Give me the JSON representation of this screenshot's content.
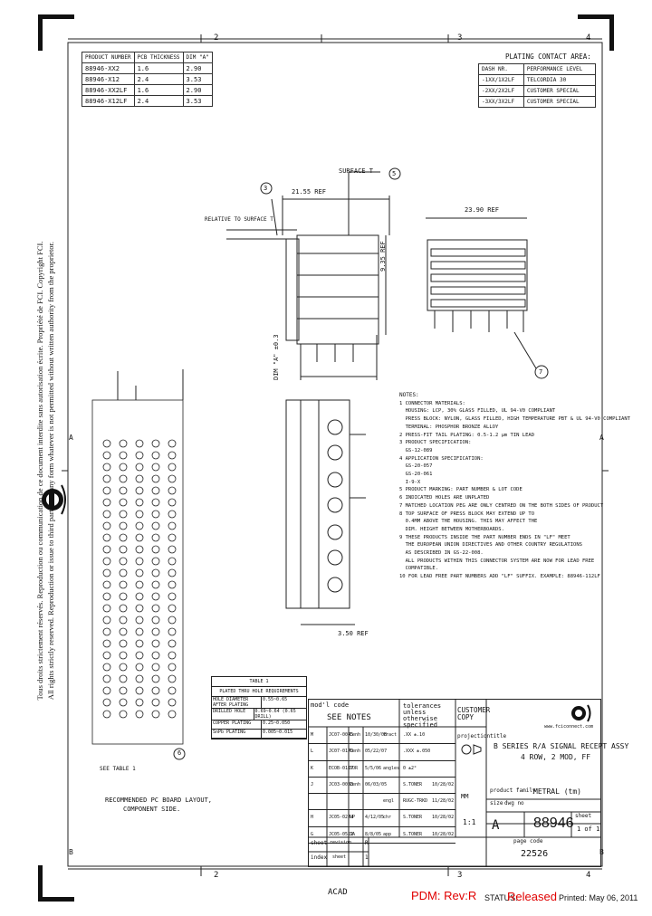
{
  "zones": {
    "top": [
      "2",
      "3",
      "4"
    ],
    "bottom": [
      "2",
      "3",
      "4"
    ],
    "left": [
      "A",
      "B"
    ],
    "right": [
      "A",
      "B"
    ]
  },
  "side_notice": {
    "line1": "Tous droits strictement réservés. Reproduction ou communication de ce document interdite sans autorisation écrite. Propriété de FCI. Copyright FCI.",
    "line2": "All rights strictly reserved. Reproduction or issue to third parties in any form whatever is not permitted without written authority from the proprietor."
  },
  "product_table": {
    "headers": [
      "PRODUCT NUMBER",
      "PCB THICKNESS",
      "DIM \"A\""
    ],
    "rows": [
      [
        "88946-XX2",
        "1.6",
        "2.90"
      ],
      [
        "88946-X12",
        "2.4",
        "3.53"
      ],
      [
        "88946-XX2LF",
        "1.6",
        "2.90"
      ],
      [
        "88946-X12LF",
        "2.4",
        "3.53"
      ]
    ]
  },
  "plating_table": {
    "title": "PLATING CONTACT AREA:",
    "headers": [
      "DASH NR.",
      "PERFORMANCE LEVEL"
    ],
    "rows": [
      [
        "-1XX/1X2LF",
        "TELCORDIA 30"
      ],
      [
        "-2XX/2X2LF",
        "CUSTOMER SPECIAL"
      ],
      [
        "-3XX/3X2LF",
        "CUSTOMER SPECIAL"
      ]
    ]
  },
  "dims": {
    "d1": "21.55 REF",
    "d2": "23.90 REF",
    "d3": "9.35 REF",
    "d4": "3.50 REF",
    "dim_a": "DIM \"A\" ±0.3",
    "surface": "SURFACE T",
    "relative": "RELATIVE TO SURFACE T",
    "see_table": "SEE TABLE 1",
    "rec": "RECOMMENDED PC BOARD LAYOUT,",
    "rec2": "COMPONENT SIDE."
  },
  "callouts": [
    "3",
    "5",
    "7",
    "6"
  ],
  "notes": {
    "title": "NOTES:",
    "items": [
      "1 CONNECTOR MATERIALS:",
      "  HOUSING: LCP, 30% GLASS FILLED, UL 94-V0 COMPLIANT",
      "  PRESS BLOCK: NYLON, GLASS FILLED, HIGH TEMPERATURE PBT & UL 94-V0 COMPLIANT",
      "  TERMINAL: PHOSPHOR BRONZE ALLOY",
      "2 PRESS-FIT TAIL PLATING: 0.5-1.2 µm TIN LEAD",
      "3 PRODUCT SPECIFICATION:",
      "  GS-12-089",
      "4 APPLICATION SPECIFICATION:",
      "  GS-20-057",
      "  GS-20-061",
      "  I-9-X",
      "5 PRODUCT MARKING: PART NUMBER & LOT CODE",
      "6 INDICATED HOLES ARE UNPLATED",
      "7 MATCHED LOCATION PEG ARE ONLY CENTRED ON THE BOTH SIDES OF PRODUCT",
      "8 TOP SURFACE OF PRESS BLOCK MAY EXTEND UP TO",
      "  0.4MM ABOVE THE HOUSING. THIS MAY AFFECT THE",
      "  DIM. HEIGHT BETWEEN MOTHERBOARDS.",
      "9 THESE PRODUCTS INSIDE THE PART NUMBER ENDS IN \"LF\" MEET",
      "  THE EUROPEAN UNION DIRECTIVES AND OTHER COUNTRY REGULATIONS",
      "  AS DESCRIBED IN GS-22-008.",
      "  ALL PRODUCTS WITHIN THIS CONNECTOR SYSTEM ARE NOW FOR LEAD FREE",
      "  COMPATIBLE.",
      "10 FOR LEAD FREE PART NUMBERS ADD \"LF\" SUFFIX. EXAMPLE: 88946-112LF"
    ]
  },
  "table1": {
    "title": "TABLE 1",
    "subtitle": "PLATED THRU HOLE REQUIREMENTS",
    "rows": [
      [
        "HOLE DIAMETER AFTER PLATING",
        "0.55~0.65"
      ],
      [
        "DRILLED HOLE",
        "0.69~0.64 (0.65 DRILL)"
      ],
      [
        "COPPER PLATING",
        "0.25~0.050"
      ],
      [
        "SnPb PLATING",
        "0.005~0.015"
      ]
    ]
  },
  "title_block": {
    "mod_code": "mod'l code",
    "see_notes": "SEE NOTES",
    "tolerances": "tolerances unless otherwise specified",
    "customer_copy": "CUSTOMER COPY",
    "title_label": "title",
    "title_line1": "B SERIES R/A SIGNAL RECEPT ASSY",
    "title_line2": "4 ROW, 2 MOD, FF",
    "product_family_label": "product family",
    "product_family": "METRAL (tm)",
    "size_label": "size",
    "dwg_no_label": "dwg no",
    "size": "A",
    "dwg_no": "88946",
    "sheet_label": "sheet",
    "sheet_value": "1 of 1",
    "projection": "projection",
    "website": "www.fciconnect.com",
    "scale": "1:1",
    "unit": "MM",
    "rev_letters": [
      "M",
      "L",
      "K",
      "J",
      "",
      "H",
      "G"
    ],
    "ecn": [
      "JC07-0045",
      "JC07-0170",
      "ECOB-0117",
      "JC03-0058",
      "",
      "JC05-0274",
      "JC05-0522"
    ],
    "by": [
      "Cenh",
      "Cenh",
      "TOR",
      "Cenh",
      "",
      "LP",
      "JA"
    ],
    "dates": [
      "10/30/08",
      "05/22/07",
      "5/5/06",
      "06/03/05",
      "",
      "4/12/05",
      "8/8/05"
    ],
    "tol_labels": [
      "fract",
      "",
      "angles",
      "",
      "engl",
      "chr",
      "app"
    ],
    "tol_values": [
      ".XX ±.10",
      ".XXX ±.050",
      "0 ±2°",
      "",
      "",
      "",
      ""
    ],
    "people": [
      "",
      "",
      "",
      "S.TONER",
      "RUGC-TRKD",
      "S.TONER",
      "S.TONER"
    ],
    "people_dates": [
      "",
      "",
      "",
      "10/28/02",
      "11/28/02",
      "10/28/02",
      "10/28/02"
    ],
    "sheet_row": [
      "sheet",
      "revision",
      "R"
    ],
    "index_row": [
      "index",
      "sheet",
      "1"
    ],
    "page_code_label": "page code",
    "page_code": "22526",
    "acad": "ACAD",
    "pdm": "PDM: Rev:R",
    "status_label": "STATUS:",
    "status": "Released",
    "printed": "Printed: May 06, 2011"
  },
  "colors": {
    "pdm": "#e00000",
    "line": "#222222"
  }
}
